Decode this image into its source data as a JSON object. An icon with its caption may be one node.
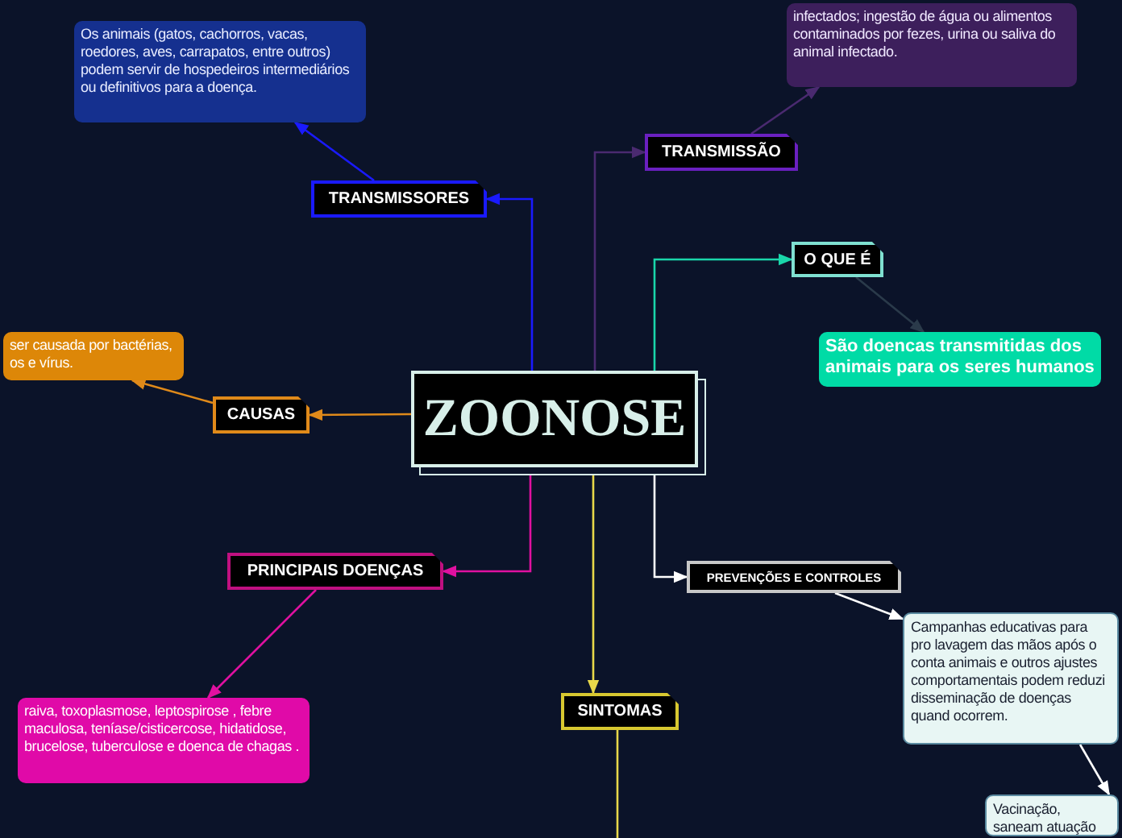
{
  "diagram": {
    "nodes": [
      {
        "text": [
          "ZOONOSE"
        ]
      },
      {
        "text": [
          "TRANSMISSORES"
        ]
      },
      {
        "text": [
          "Os animais (gatos, cachorros, vacas, roedores, aves, carrapatos, entre outros) podem servir de hospedeiros intermediários ou definitivos para a doença."
        ]
      },
      {
        "text": [
          "TRANSMISSÃO"
        ]
      },
      {
        "text": [
          "infectados; ingestão de água ou alimentos contaminados por fezes, urina ou saliva do animal infectado."
        ]
      },
      {
        "text": [
          "O QUE É"
        ]
      },
      {
        "text": [
          "São doencas transmitidas dos animais para os seres humanos"
        ]
      },
      {
        "text": [
          "CAUSAS"
        ]
      },
      {
        "text": [
          "ser causada por bactérias, os e vírus."
        ]
      },
      {
        "text": [
          "PRINCIPAIS DOENÇAS"
        ]
      },
      {
        "text": [
          "raiva, toxoplasmose, leptospirose , febre maculosa, teníase/cisticercose, hidatidose, brucelose, tuberculose e doenca de chagas ."
        ]
      },
      {
        "text": [
          "PREVENÇÕES E CONTROLES"
        ]
      },
      {
        "text": [
          "Campanhas educativas para pro lavagem das mãos após o conta animais e outros ajustes comportamentais podem reduzi disseminação de doenças quand ocorrem."
        ]
      },
      {
        "text": [
          "Vacinação, saneam atuação dos órgãos"
        ]
      },
      {
        "text": [
          "SINTOMAS"
        ]
      }
    ],
    "edges": [
      {
        "from": 0,
        "to": 1,
        "arrow": "to",
        "color": "#1a1aff"
      },
      {
        "from": 1,
        "to": 2,
        "arrow": "to",
        "color": "#1a1aff"
      },
      {
        "from": 0,
        "to": 3,
        "arrow": "to",
        "color": "#4a2a70"
      },
      {
        "from": 3,
        "to": 4,
        "arrow": "to",
        "color": "#4a2a70"
      },
      {
        "from": 0,
        "to": 5,
        "arrow": "to",
        "color": "#1ad6aa"
      },
      {
        "from": 5,
        "to": 6,
        "arrow": "to",
        "color": "#2a3a4a"
      },
      {
        "from": 0,
        "to": 7,
        "arrow": "to",
        "color": "#e08a1a"
      },
      {
        "from": 7,
        "to": 8,
        "arrow": "to",
        "color": "#e08a1a"
      },
      {
        "from": 0,
        "to": 9,
        "arrow": "to",
        "color": "#e010a0"
      },
      {
        "from": 9,
        "to": 10,
        "arrow": "to",
        "color": "#e010a0"
      },
      {
        "from": 0,
        "to": 11,
        "arrow": "to",
        "color": "#ffffff"
      },
      {
        "from": 11,
        "to": 12,
        "arrow": "to",
        "color": "#ffffff"
      },
      {
        "from": 12,
        "to": 13,
        "arrow": "to",
        "color": "#ffffff"
      },
      {
        "from": 0,
        "to": 14,
        "arrow": "to",
        "color": "#e8d84a"
      },
      {
        "from": 14,
        "to": null,
        "arrow": "none",
        "color": "#e8d84a"
      }
    ]
  }
}
